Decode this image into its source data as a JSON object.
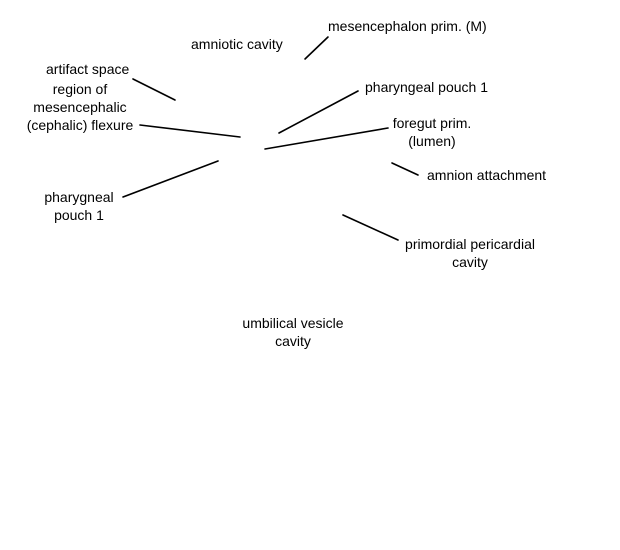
{
  "labels": {
    "amniotic_cavity": "amniotic cavity",
    "mesencephalon_prim": "mesencephalon prim. (M)",
    "artifact_space": "artifact space",
    "pharyngeal_pouch_1_right": "pharyngeal pouch 1",
    "region_of_mesencephalic_flexure": [
      "region of",
      "mesencephalic",
      "(cephalic) flexure"
    ],
    "foregut_prim": [
      "foregut prim.",
      "(lumen)"
    ],
    "amnion_attachment": "amnion attachment",
    "pharygneal_pouch_1_left": [
      "pharygneal",
      "pouch 1"
    ],
    "primordial_pericardial_cavity": [
      "primordial pericardial",
      "cavity"
    ],
    "umbilical_vesicle_cavity": [
      "umbilical vesicle",
      "cavity"
    ]
  }
}
